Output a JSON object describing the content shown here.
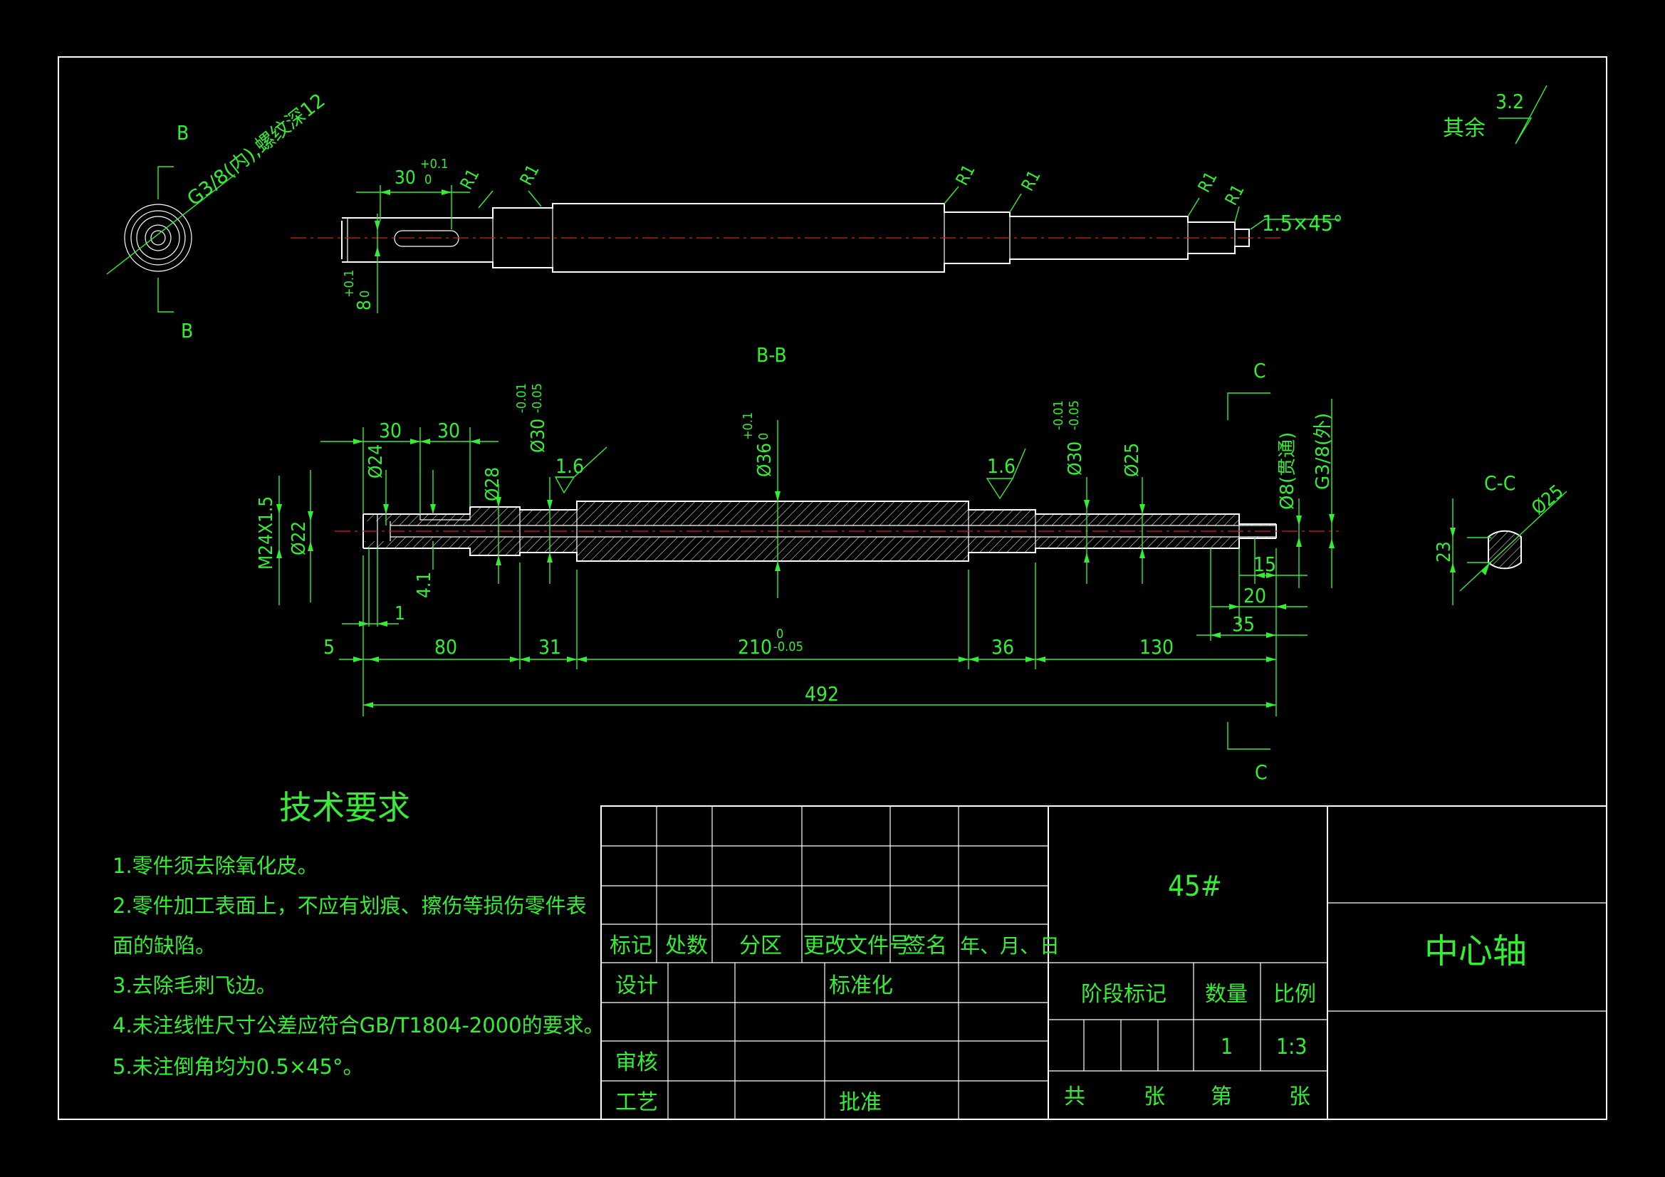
{
  "colors": {
    "background": "#000000",
    "outline": "#ffffff",
    "annotation": "#33ee33",
    "centerline": "#cc2222"
  },
  "views": {
    "top": {
      "section_mark": "B",
      "thread_note": "G3/8(内),螺纹深12",
      "keyway_length": "30",
      "keyway_length_tol_upper": "+0.1",
      "keyway_length_tol_lower": "0",
      "keyway_width": "8",
      "keyway_width_tol_upper": "+0.1",
      "keyway_width_tol_lower": "0",
      "radius_label": "R1",
      "chamfer_note": "1.5×45°"
    },
    "section_bb": {
      "title": "B-B",
      "thread_spec": "M24X1.5",
      "d22": "Ø22",
      "d24": "Ø24",
      "d28": "Ø28",
      "d30": "Ø30",
      "d30_tol_upper": "-0.01",
      "d30_tol_lower": "-0.05",
      "d36": "Ø36",
      "d36_tol_upper": "+0.1",
      "d36_tol_lower": "0",
      "d25": "Ø25",
      "d8_note": "Ø8(贯通)",
      "g38_note": "G3/8(外)",
      "roughness": "1.6",
      "groove_depth": "4.1",
      "groove_width": "1",
      "top_dims": [
        "30",
        "30"
      ],
      "bottom_dims": [
        "5",
        "80",
        "31",
        "210",
        "36",
        "130"
      ],
      "dim_210_tol_upper": "0",
      "dim_210_tol_lower": "-0.05",
      "overall_length": "492",
      "right_dims": [
        "15",
        "20",
        "35"
      ],
      "cutting_plane": "C"
    },
    "section_cc": {
      "title": "C-C",
      "diameter": "Ø25",
      "flat": "23"
    },
    "roughness_general": {
      "label": "其余",
      "value": "3.2"
    }
  },
  "tech_requirements": {
    "title": "技术要求",
    "items": [
      "1.零件须去除氧化皮。",
      "2.零件加工表面上，不应有划痕、擦伤等损伤零件表",
      "面的缺陷。",
      "3.去除毛刺飞边。",
      "4.未注线性尺寸公差应符合GB/T1804-2000的要求。",
      "5.未注倒角均为0.5×45°。"
    ]
  },
  "title_block": {
    "revision_headers": [
      "标记",
      "处数",
      "分区",
      "更改文件号",
      "签名",
      "年、月、日"
    ],
    "design": "设计",
    "standardize": "标准化",
    "review": "审核",
    "process": "工艺",
    "approve": "批准",
    "material": "45#",
    "stage_mark": "阶段标记",
    "quantity_label": "数量",
    "scale_label": "比例",
    "quantity_value": "1",
    "scale_value": "1:3",
    "sheet_total": "共",
    "sheet_unit_1": "张",
    "sheet_index": "第",
    "sheet_unit_2": "张",
    "part_name": "中心轴"
  }
}
